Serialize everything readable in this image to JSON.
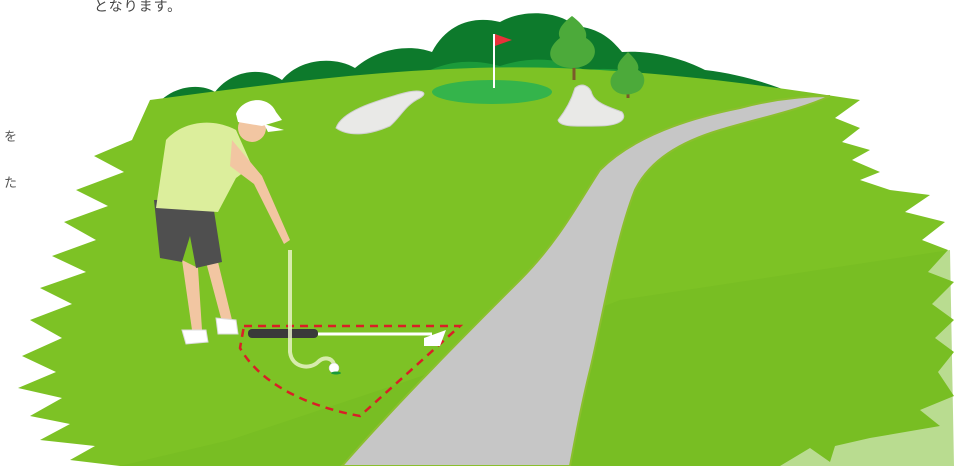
{
  "text": {
    "top_caption": "となります。",
    "side_char_1": "を",
    "side_char_2": "た"
  },
  "colors": {
    "fairway": "#7dc225",
    "fairway_dark": "#5ea81c",
    "trees_dark": "#0d7a2c",
    "trees_mid": "#1b9a3a",
    "green": "#34b44b",
    "cart_path": "#c6c6c6",
    "bunker": "#e9e9e7",
    "flag": "#e8313a",
    "relief_area_line": "#d91f26",
    "shirt": "#dcee9c",
    "shorts": "#4f4f4f",
    "cap": "#ffffff"
  },
  "icons": {
    "flag": "flag-icon",
    "ball": "golf-ball-icon"
  }
}
